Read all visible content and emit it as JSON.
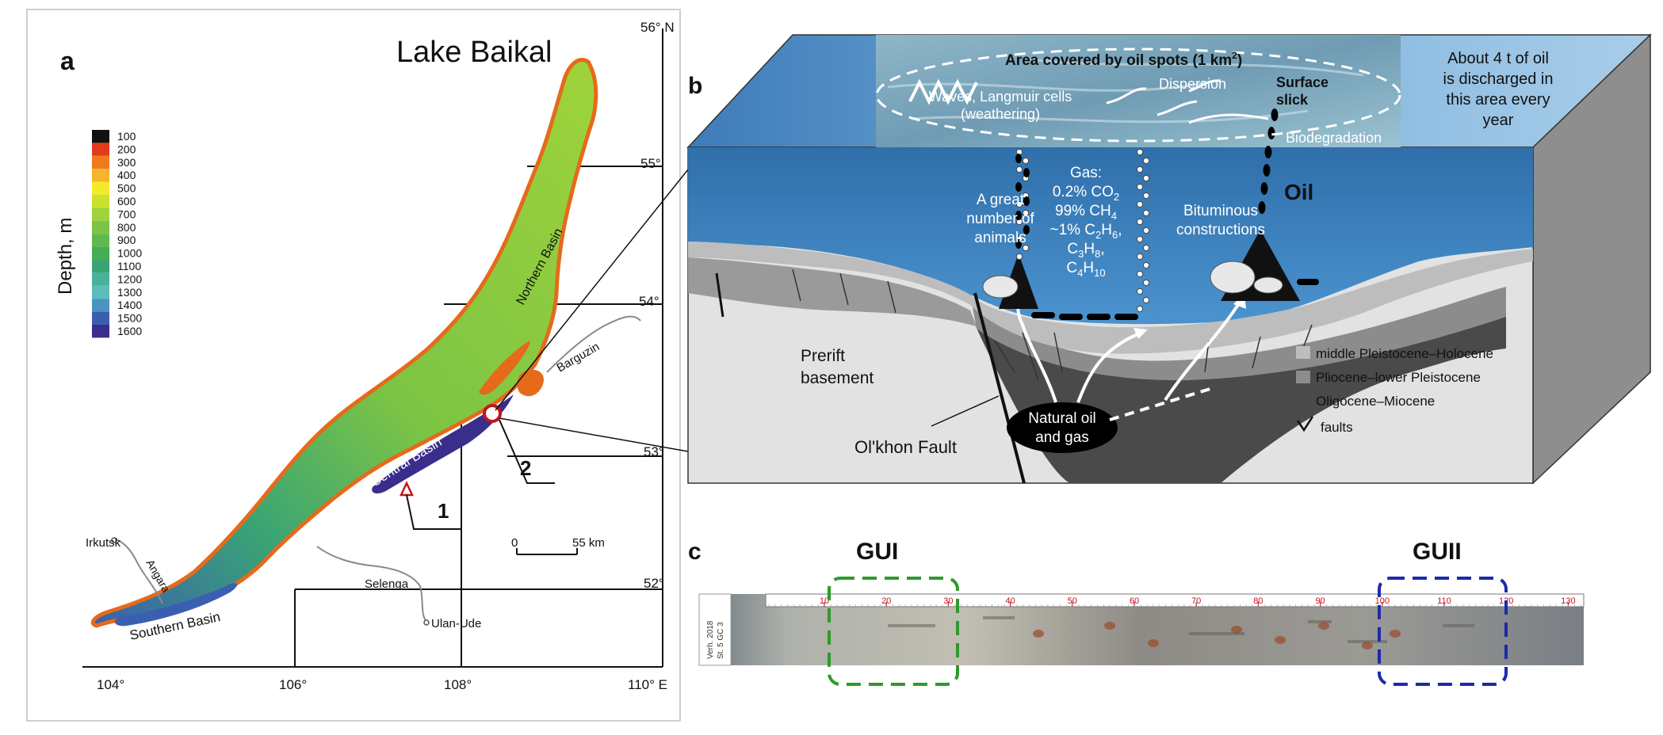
{
  "panel_a": {
    "label": "a",
    "title": "Lake Baikal",
    "legend": {
      "title": "Depth, m",
      "entries": [
        {
          "label": "100",
          "color": "#111111"
        },
        {
          "label": "200",
          "color": "#e23a1c"
        },
        {
          "label": "300",
          "color": "#f07a1e"
        },
        {
          "label": "400",
          "color": "#f6b42a"
        },
        {
          "label": "500",
          "color": "#f3ea2c"
        },
        {
          "label": "600",
          "color": "#c9e32c"
        },
        {
          "label": "700",
          "color": "#9fd33a"
        },
        {
          "label": "800",
          "color": "#7cc445"
        },
        {
          "label": "900",
          "color": "#5fb94e"
        },
        {
          "label": "1000",
          "color": "#45ae55"
        },
        {
          "label": "1100",
          "color": "#3aa474"
        },
        {
          "label": "1200",
          "color": "#48b39a"
        },
        {
          "label": "1300",
          "color": "#5bbdb9"
        },
        {
          "label": "1400",
          "color": "#4a93c2"
        },
        {
          "label": "1500",
          "color": "#3a5fb0"
        },
        {
          "label": "1600",
          "color": "#3a2e8c"
        }
      ]
    },
    "lat_labels": [
      "56° N",
      "55°",
      "54°",
      "53°",
      "52°"
    ],
    "lon_labels": [
      "104°",
      "106°",
      "108°",
      "110° E"
    ],
    "basins": [
      "Northern Basin",
      "Central Basin",
      "Southern Basin"
    ],
    "places": [
      "Irkutsk",
      "Angara",
      "Selenga",
      "Ulan-Ude",
      "Barguzin"
    ],
    "sites": [
      "1",
      "2"
    ],
    "scale": {
      "start": "0",
      "end": "55 km"
    }
  },
  "panel_b": {
    "label": "b",
    "surface_title": "Area covered  by oil spots (1 km",
    "surface_title_sup": "2",
    "surface_title_end": ")",
    "waves_line1": "Waves, Langmuir cells",
    "waves_line2": "(weathering)",
    "dispersion": "Dispersion",
    "slick_line1": "Surface",
    "slick_line2": "slick",
    "biodegradation": "Biodegradation",
    "discharge": [
      "About 4 t of oil",
      "is discharged in",
      "this area every",
      "year"
    ],
    "animals": [
      "A great",
      "number of",
      "animals"
    ],
    "gas_title": "Gas:",
    "oil": "Oil",
    "bituminous": [
      "Bituminous",
      "constructions"
    ],
    "prerift": [
      "Prerift",
      "basement"
    ],
    "fault": "Ol'khon Fault",
    "source": [
      "Natural oil",
      "and gas"
    ],
    "strata_legend": [
      {
        "label": "middle Pleistocene–Holocene",
        "color": "#bdbdbd"
      },
      {
        "label": "Pliocene–lower Pleistocene",
        "color": "#8c8c8c"
      },
      {
        "label": "Oligocene–Miocene",
        "color": "#4a4a4a"
      }
    ],
    "faults_label": "faults"
  },
  "panel_c": {
    "label": "c",
    "zone1": "GUI",
    "zone2": "GUII",
    "ruler_ticks": [
      "10",
      "20",
      "30",
      "40",
      "50",
      "60",
      "70",
      "80",
      "90",
      "100",
      "110",
      "120",
      "130"
    ],
    "core_tag": [
      "Verh. 2018",
      "St. 5 GC 3"
    ],
    "zone1_color": "#2e9a2a",
    "zone2_color": "#1c2aa8"
  }
}
